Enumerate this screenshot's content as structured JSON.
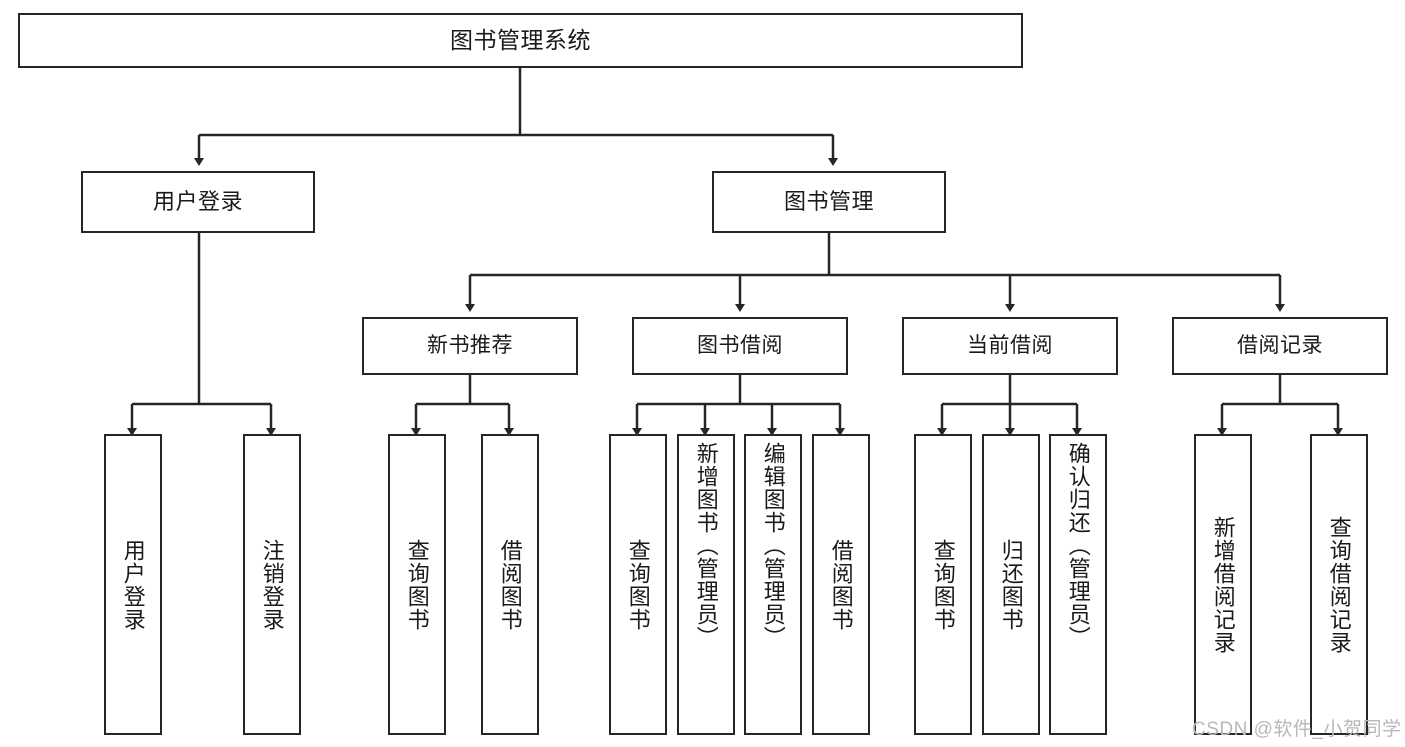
{
  "diagram": {
    "title": "图书管理系统",
    "type": "tree-hierarchy",
    "watermark": "CSDN @软件_小贺同学",
    "colors": {
      "box_border": "#262626",
      "box_fill": "#ffffff",
      "connector": "#262626",
      "text": "#1a1a1a",
      "watermark": "#b8b8b8",
      "background": "#ffffff"
    },
    "root": {
      "label": "图书管理系统"
    },
    "level2": [
      {
        "label": "用户登录"
      },
      {
        "label": "图书管理"
      }
    ],
    "level3": [
      {
        "label": "新书推荐"
      },
      {
        "label": "图书借阅"
      },
      {
        "label": "当前借阅"
      },
      {
        "label": "借阅记录"
      }
    ],
    "leaves": [
      {
        "label": "用户登录",
        "parent": "用户登录"
      },
      {
        "label": "注销登录",
        "parent": "用户登录"
      },
      {
        "label": "查询图书",
        "parent": "新书推荐"
      },
      {
        "label": "借阅图书",
        "parent": "新书推荐"
      },
      {
        "label": "查询图书",
        "parent": "图书借阅"
      },
      {
        "label": "新增图书（管理员）",
        "parent": "图书借阅"
      },
      {
        "label": "编辑图书（管理员）",
        "parent": "图书借阅"
      },
      {
        "label": "借阅图书",
        "parent": "图书借阅"
      },
      {
        "label": "查询图书",
        "parent": "当前借阅"
      },
      {
        "label": "归还图书",
        "parent": "当前借阅"
      },
      {
        "label": "确认归还（管理员）",
        "parent": "当前借阅"
      },
      {
        "label": "新增借阅记录",
        "parent": "借阅记录"
      },
      {
        "label": "查询借阅记录",
        "parent": "借阅记录"
      }
    ]
  }
}
